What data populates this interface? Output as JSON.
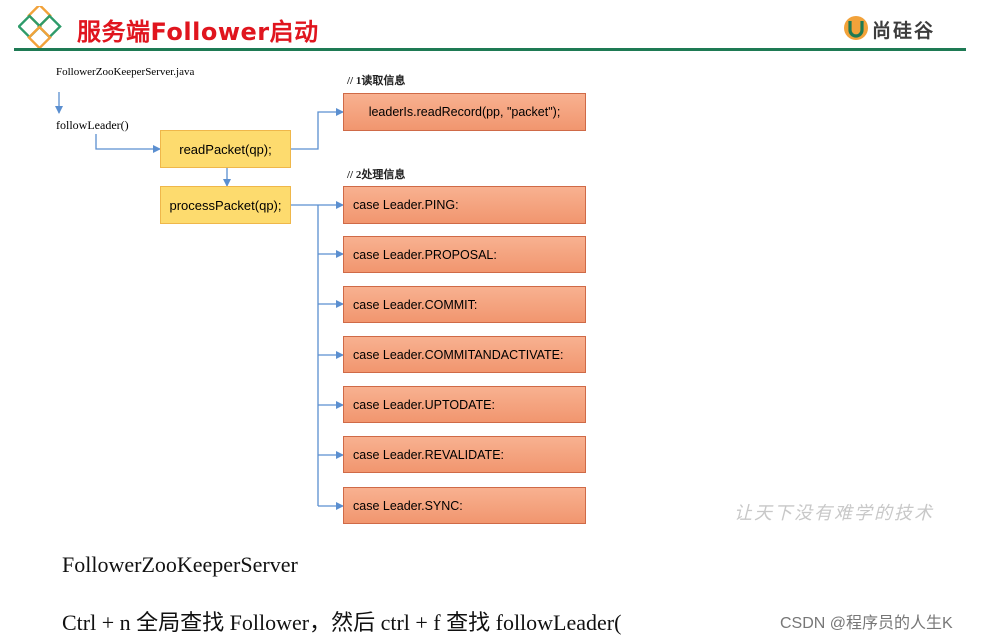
{
  "header": {
    "title": "服务端Follower启动",
    "brand": "尚硅谷",
    "accent_color": "#e0151e",
    "rule_color": "#1e7a54"
  },
  "diagram": {
    "server_label": "FollowerZooKeeperServer.java",
    "method_label": "followLeader()",
    "read_packet": "readPacket(qp);",
    "process_packet": "processPacket(qp);",
    "note_read": "// 1读取信息",
    "note_process": "// 2处理信息",
    "read_record": "leaderIs.readRecord(pp, \"packet\");",
    "cases": [
      "case Leader.PING:",
      "case Leader.PROPOSAL:",
      "case Leader.COMMIT:",
      "case Leader.COMMITANDACTIVATE:",
      "case Leader.UPTODATE:",
      "case Leader.REVALIDATE:",
      "case Leader.SYNC:"
    ]
  },
  "watermark": "让天下没有难学的技术",
  "footer": {
    "line1": "FollowerZooKeeperServer",
    "line2": "Ctrl + n 全局查找 Follower，然后 ctrl + f  查找 followLeader(",
    "credit": "CSDN @程序员的人生K"
  }
}
